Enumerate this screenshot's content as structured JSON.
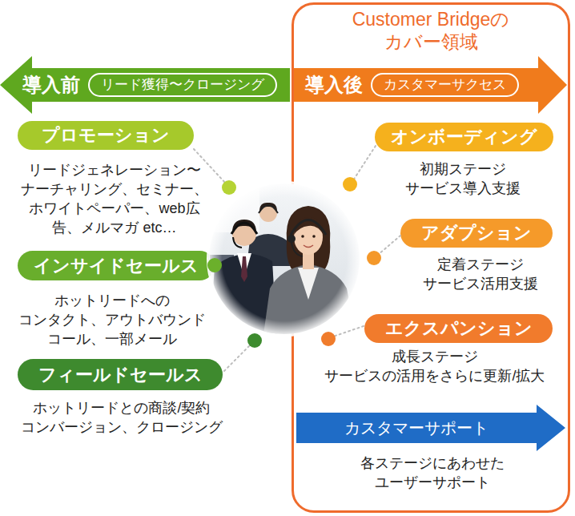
{
  "diagram": {
    "nodes": [
      {
        "text": [
          "Customer Bridgeの カバー領域"
        ]
      },
      {
        "text": [
          "導入前"
        ]
      },
      {
        "text": [
          "リード獲得〜クロージング"
        ],
        "in": 1
      },
      {
        "text": [
          "導入後"
        ],
        "in": 0
      },
      {
        "text": [
          "カスタマーサクセス"
        ],
        "in": 3
      },
      {
        "text": [
          "プロモーション"
        ]
      },
      {
        "text": [
          "インサイドセールス"
        ]
      },
      {
        "text": [
          "フィールドセールス"
        ]
      },
      {
        "text": [
          "オンボーディング"
        ],
        "in": 0
      },
      {
        "text": [
          "アダプション"
        ],
        "in": 0
      },
      {
        "text": [
          "エクスパンション"
        ],
        "in": 0
      },
      {
        "text": [
          "カスタマーサポート"
        ],
        "in": 0
      }
    ],
    "labels": [
      "リードジェネレーション〜 ナーチャリング、セミナー、 ホワイトペーパー、web広 告、メルマガ etc…",
      "ホットリードへの コンタクト、アウトバウンド コール、一部メール",
      "ホットリードとの商談/契約 コンバージョン、クロージング",
      "初期ステージ サービス導入支援",
      "定着ステージ サービス活用支援",
      "成長ステージ サービスの活用をさらに更新/拡大",
      "各ステージにあわせた ユーザーサポート"
    ]
  }
}
